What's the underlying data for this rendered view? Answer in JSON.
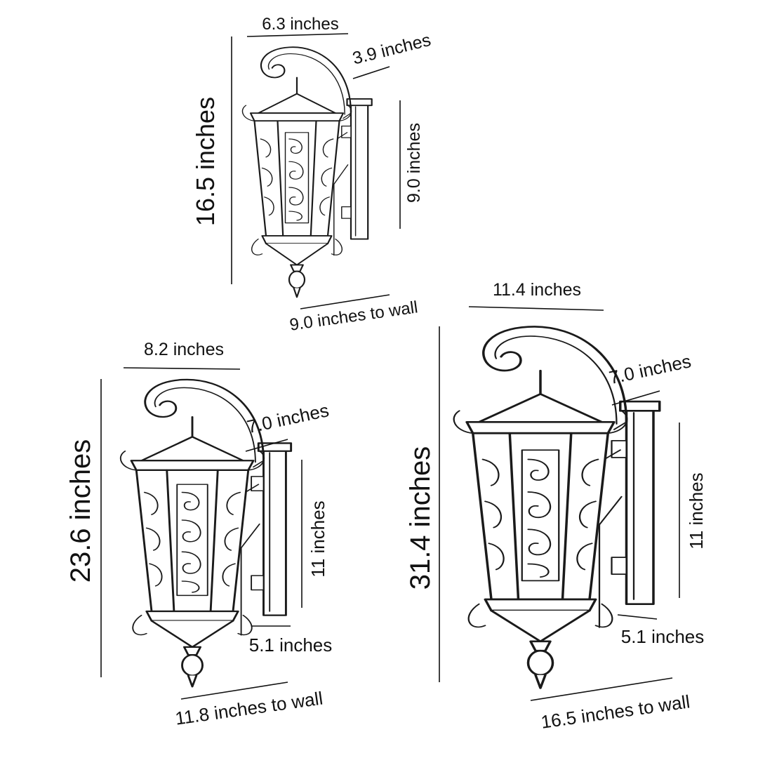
{
  "lanterns": [
    {
      "id": "small",
      "height_label": "16.5 inches",
      "width_label": "6.3 inches",
      "arm_label": "3.9 inches",
      "backplate_label": "9.0 inches",
      "depth_label": "9.0 inches to wall"
    },
    {
      "id": "medium",
      "height_label": "23.6 inches",
      "width_label": "8.2 inches",
      "arm_label": "7.0 inches",
      "backplate_label": "11 inches",
      "mount_label": "5.1 inches",
      "depth_label": "11.8 inches to wall"
    },
    {
      "id": "large",
      "height_label": "31.4 inches",
      "width_label": "11.4 inches",
      "arm_label": "7.0 inches",
      "backplate_label": "11 inches",
      "mount_label": "5.1 inches",
      "depth_label": "16.5 inches to wall"
    }
  ]
}
